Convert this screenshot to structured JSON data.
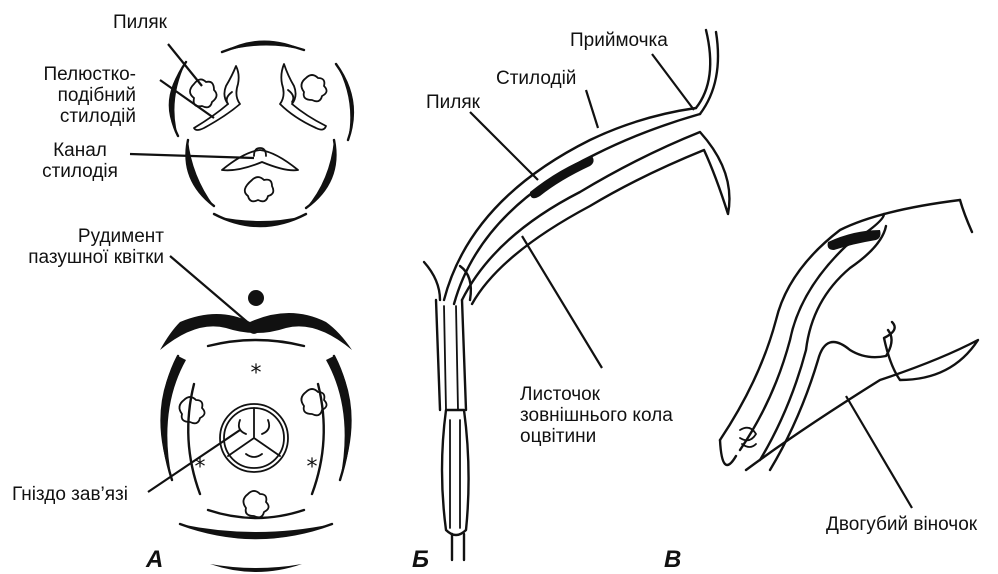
{
  "labels": {
    "pylyak_a": "Пиляк",
    "pelustko": [
      "Пелюстко-",
      "подібний",
      "стилодій"
    ],
    "kanal": [
      "Канал",
      "стилодія"
    ],
    "rudyment": [
      "Рудимент",
      "пазушної квітки"
    ],
    "hnizdo": "Гніздо зав’язі",
    "pryimochka": "Приймочка",
    "stylodiy": "Стилодій",
    "pylyak_b": "Пиляк",
    "lystochok": [
      "Листочок",
      "зовнішнього кола",
      "оцвітини"
    ],
    "dvohubyi": "Двогубий віночок"
  },
  "panels": {
    "a": "А",
    "b": "Б",
    "v": "В"
  },
  "colors": {
    "ink": "#111111",
    "background": "#ffffff"
  }
}
